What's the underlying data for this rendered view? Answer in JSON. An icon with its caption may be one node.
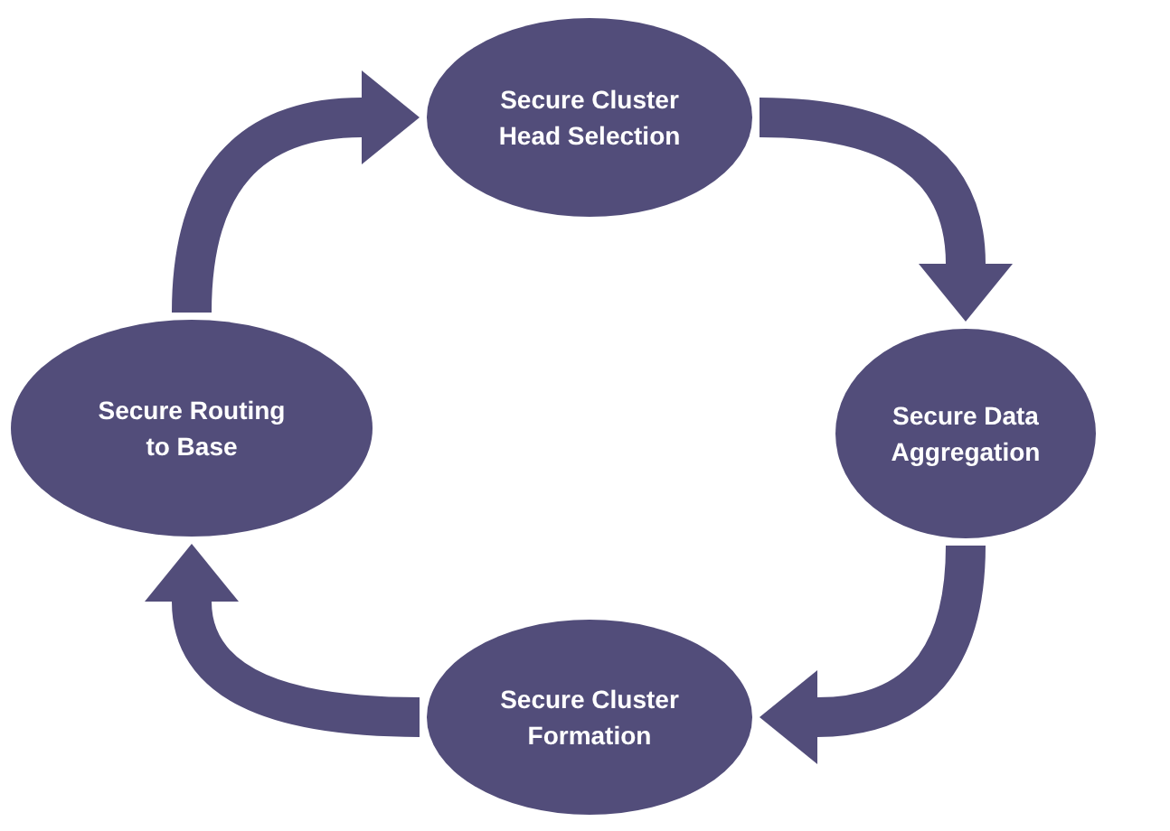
{
  "diagram": {
    "nodes": [
      {
        "text": [
          "Secure Cluster Head Selection"
        ]
      },
      {
        "text": [
          "Secure Data Aggregation"
        ]
      },
      {
        "text": [
          "Secure Cluster Formation"
        ]
      },
      {
        "text": [
          "Secure Routing to Base"
        ]
      }
    ],
    "edges": [
      {
        "from": 3,
        "to": 0,
        "arrow": "to"
      },
      {
        "from": 0,
        "to": 1,
        "arrow": "to"
      },
      {
        "from": 1,
        "to": 2,
        "arrow": "to"
      },
      {
        "from": 2,
        "to": 3,
        "arrow": "to"
      }
    ]
  }
}
